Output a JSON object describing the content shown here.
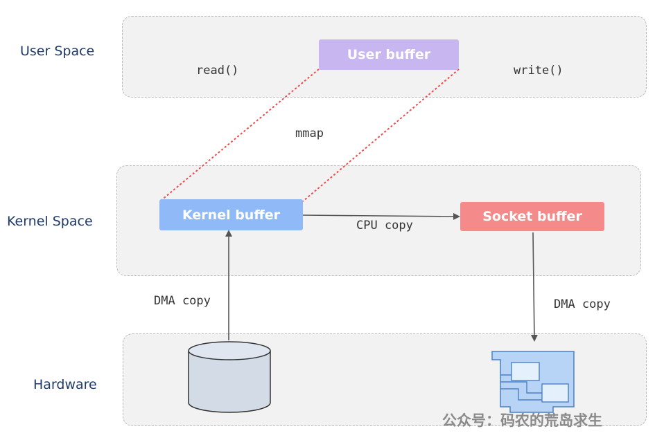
{
  "regions": {
    "user": {
      "label": "User Space"
    },
    "kernel": {
      "label": "Kernel Space"
    },
    "hardware": {
      "label": "Hardware"
    }
  },
  "buffers": {
    "user": "User buffer",
    "kernel": "Kernel buffer",
    "socket": "Socket buffer"
  },
  "calls": {
    "read": "read()",
    "write": "write()",
    "mmap": "mmap"
  },
  "copies": {
    "cpu": "CPU copy",
    "dma_in": "DMA copy",
    "dma_out": "DMA copy"
  },
  "colors": {
    "user_buffer": "#c8b6f0",
    "kernel_buffer": "#8fb9f7",
    "socket_buffer": "#f58a8a",
    "mmap_line": "#ee4a4a",
    "arrow": "#555555",
    "disk": "#d3dbe6",
    "nic": "#b7d3f5"
  },
  "icons": {
    "disk": "disk-icon",
    "nic": "network-card-icon"
  },
  "watermark": "公众号：码农的荒岛求生"
}
